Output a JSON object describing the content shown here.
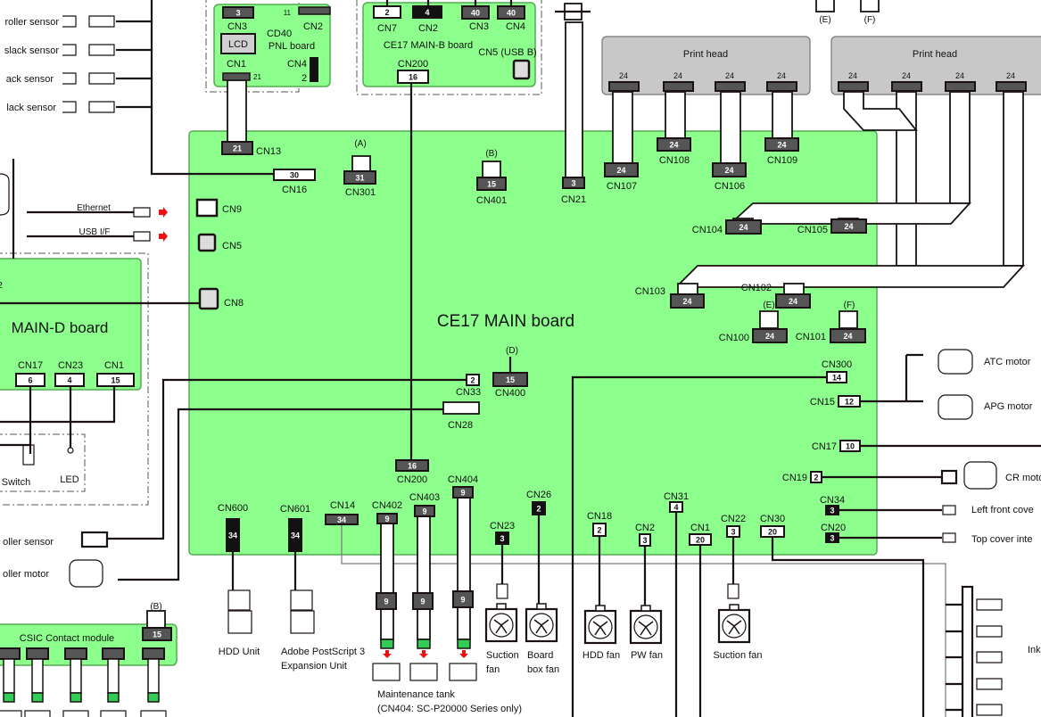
{
  "colors": {
    "board": "#8cff8c",
    "print_head": "#c8c8c8",
    "connector_dark": "#555555",
    "connector_black": "#111111",
    "arrow": "#ee1111"
  },
  "main_board": {
    "title": "CE17 MAIN board"
  },
  "pnl_board": {
    "name_line1": "CD40",
    "name_line2": "PNL board",
    "lcd": "LCD",
    "cn2_pins": "11",
    "cn4_label": "CN4",
    "cn4_pins": "2",
    "cn1_pins": "21"
  },
  "mainb_board": {
    "name": "CE17  MAIN-B board",
    "cn5_label": "CN5 (USB B)"
  },
  "maind_board": {
    "name": "MAIN-D board",
    "partial_label": "2"
  },
  "csic_module": {
    "name": "CSIC Contact module",
    "ref": "(B)"
  },
  "print_heads": [
    {
      "label": "Print head",
      "connector_pins": [
        "24",
        "24",
        "24",
        "24"
      ]
    },
    {
      "label": "Print head",
      "connector_pins": [
        "24",
        "24",
        "24",
        "24"
      ]
    }
  ],
  "refs": {
    "A": "(A)",
    "B": "(B)",
    "D": "(D)",
    "E": "(E)",
    "F": "(F)",
    "E_top": "(E)",
    "F_top": "(F)"
  },
  "connectors": {
    "pnl_CN3": {
      "label": "CN3",
      "pins": "3"
    },
    "pnl_CN2": {
      "label": "CN2",
      "pins": ""
    },
    "pnl_CN1": {
      "label": "CN1",
      "pins": ""
    },
    "mb_CN7": {
      "label": "CN7",
      "pins": "2"
    },
    "mb_CN2": {
      "label": "CN2",
      "pins": "4"
    },
    "mb_CN3": {
      "label": "CN3",
      "pins": "40"
    },
    "mb_CN4": {
      "label": "CN4",
      "pins": "40"
    },
    "mb_CN200": {
      "label": "CN200",
      "pins": "16"
    },
    "CN13": {
      "label": "CN13",
      "pins": "21"
    },
    "CN16": {
      "label": "CN16",
      "pins": "30"
    },
    "CN301": {
      "label": "CN301",
      "pins": "31"
    },
    "CN401": {
      "label": "CN401",
      "pins": "15"
    },
    "CN21": {
      "label": "CN21",
      "pins": "3"
    },
    "CN107": {
      "label": "CN107",
      "pins": "24"
    },
    "CN108": {
      "label": "CN108",
      "pins": "24"
    },
    "CN106": {
      "label": "CN106",
      "pins": "24"
    },
    "CN109": {
      "label": "CN109",
      "pins": "24"
    },
    "CN104": {
      "label": "CN104",
      "pins": "24"
    },
    "CN105": {
      "label": "CN105",
      "pins": "24"
    },
    "CN103": {
      "label": "CN103",
      "pins": "24"
    },
    "CN102": {
      "label": "CN102",
      "pins": "24"
    },
    "CN100": {
      "label": "CN100",
      "pins": "24"
    },
    "CN101": {
      "label": "CN101",
      "pins": "24"
    },
    "CN9": {
      "label": "CN9",
      "pins": ""
    },
    "CN5": {
      "label": "CN5",
      "pins": ""
    },
    "CN8": {
      "label": "CN8",
      "pins": ""
    },
    "CN33": {
      "label": "CN33",
      "pins": "2"
    },
    "CN400": {
      "label": "CN400",
      "pins": "15"
    },
    "CN28": {
      "label": "CN28",
      "pins": ""
    },
    "CN200": {
      "label": "CN200",
      "pins": "16"
    },
    "CN300": {
      "label": "CN300",
      "pins": "14"
    },
    "CN15": {
      "label": "CN15",
      "pins": "12"
    },
    "CN17": {
      "label": "CN17",
      "pins": "10"
    },
    "CN19": {
      "label": "CN19",
      "pins": "2"
    },
    "CN34": {
      "label": "CN34",
      "pins": "3"
    },
    "CN20": {
      "label": "CN20",
      "pins": "3"
    },
    "CN600": {
      "label": "CN600",
      "pins": "34"
    },
    "CN601": {
      "label": "CN601",
      "pins": "34"
    },
    "CN14": {
      "label": "CN14",
      "pins": "34"
    },
    "CN402": {
      "label": "CN402",
      "pins": "9"
    },
    "CN403": {
      "label": "CN403",
      "pins": "9"
    },
    "CN404": {
      "label": "CN404",
      "pins": "9"
    },
    "CN23": {
      "label": "CN23",
      "pins": "3"
    },
    "CN26": {
      "label": "CN26",
      "pins": "2"
    },
    "CN18": {
      "label": "CN18",
      "pins": "2"
    },
    "CN2": {
      "label": "CN2",
      "pins": "3"
    },
    "CN31": {
      "label": "CN31",
      "pins": "4"
    },
    "CN1": {
      "label": "CN1",
      "pins": "20"
    },
    "CN22": {
      "label": "CN22",
      "pins": "3"
    },
    "CN30": {
      "label": "CN30",
      "pins": "20"
    },
    "md_CN17": {
      "label": "CN17",
      "pins": "6"
    },
    "md_CN23": {
      "label": "CN23",
      "pins": "4"
    },
    "md_CN1": {
      "label": "CN1",
      "pins": "15"
    },
    "tank_402": {
      "label": "",
      "pins": "9"
    },
    "tank_403": {
      "label": "",
      "pins": "9"
    },
    "tank_404": {
      "label": "",
      "pins": "9"
    },
    "csic_main": {
      "label": "",
      "pins": "15"
    }
  },
  "components": {
    "sensor_1": "roller sensor",
    "sensor_2": "slack sensor",
    "sensor_3": "ack sensor",
    "sensor_4": "lack sensor",
    "ethernet": "Ethernet",
    "usb_if": "USB I/F",
    "switch": "Switch",
    "led": "LED",
    "roller_sensor": "oller sensor",
    "roller_motor": "oller motor",
    "hdd_unit": "HDD Unit",
    "adobe_line1": "Adobe PostScript 3",
    "adobe_line2": "Expansion Unit",
    "maint_tank": "Maintenance tank",
    "maint_note": "(CN404: SC-P20000 Series only)",
    "suction_fan_1a": "Suction",
    "suction_fan_1b": "fan",
    "board_box_fan_a": "Board",
    "board_box_fan_b": "box fan",
    "hdd_fan": "HDD fan",
    "pw_fan": "PW fan",
    "suction_fan_2": "Suction fan",
    "atc_motor": "ATC motor",
    "apg_motor": "APG motor",
    "cr_motor": "CR moto",
    "left_front_cover": "Left front cove",
    "top_cover": "Top cover inte",
    "ink": "Ink"
  }
}
